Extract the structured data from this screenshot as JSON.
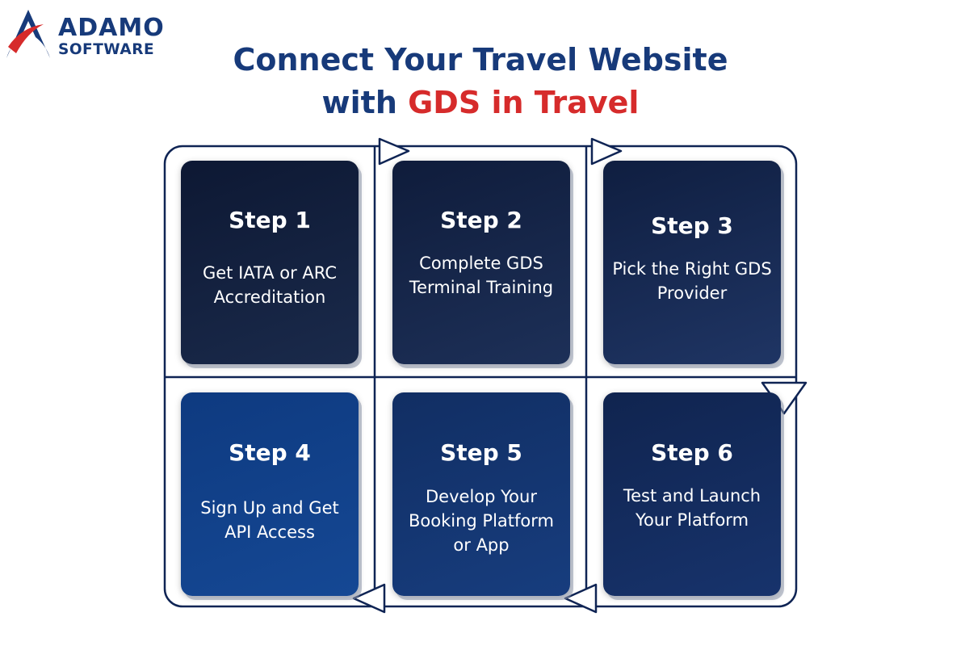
{
  "brand": {
    "line1": "ADAMO",
    "line2": "SOFTWARE"
  },
  "title": {
    "part1": "Connect Your Travel Website",
    "part2_prefix": "with ",
    "part2_accent": "GDS in Travel"
  },
  "colors": {
    "primary": "#173a7a",
    "accent": "#d62b2b",
    "frame": "#0f2454"
  },
  "steps": [
    {
      "label": "Step 1",
      "description": "Get IATA or ARC Accreditation"
    },
    {
      "label": "Step 2",
      "description": "Complete GDS Terminal Training"
    },
    {
      "label": "Step 3",
      "description": "Pick the Right GDS Provider"
    },
    {
      "label": "Step 4",
      "description": "Sign Up and Get API Access"
    },
    {
      "label": "Step 5",
      "description": "Develop Your Booking Platform or App"
    },
    {
      "label": "Step 6",
      "description": "Test and Launch Your Platform"
    }
  ]
}
